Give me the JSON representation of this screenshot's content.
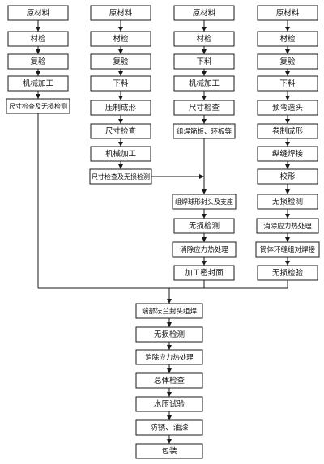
{
  "flowchart": {
    "columns": [
      {
        "steps": [
          "原材料",
          "材检",
          "复验",
          "机械加工",
          "尺寸检查及无损检测"
        ]
      },
      {
        "steps": [
          "原材料",
          "材检",
          "复验",
          "下料",
          "压制成形",
          "尺寸检查",
          "机械加工",
          "尺寸检查及无损检测"
        ]
      },
      {
        "steps": [
          "原材料",
          "材检",
          "下料",
          "机械加工",
          "尺寸检查",
          "组焊筋板、环板等",
          "组焊球形封头及支座",
          "无损检测",
          "消除应力热处理",
          "加工密封面"
        ]
      },
      {
        "steps": [
          "原材料",
          "材检",
          "复验",
          "下料",
          "预弯造头",
          "卷制成形",
          "纵缝焊接",
          "校形",
          "无损检测",
          "消除应力热处理",
          "筒体环缝组对焊接",
          "无损检验"
        ]
      }
    ],
    "final_steps": [
      "端部法兰封头组焊",
      "无损检测",
      "消除应力热处理",
      "总体检查",
      "水压试验",
      "防锈、油漆",
      "包装"
    ]
  }
}
